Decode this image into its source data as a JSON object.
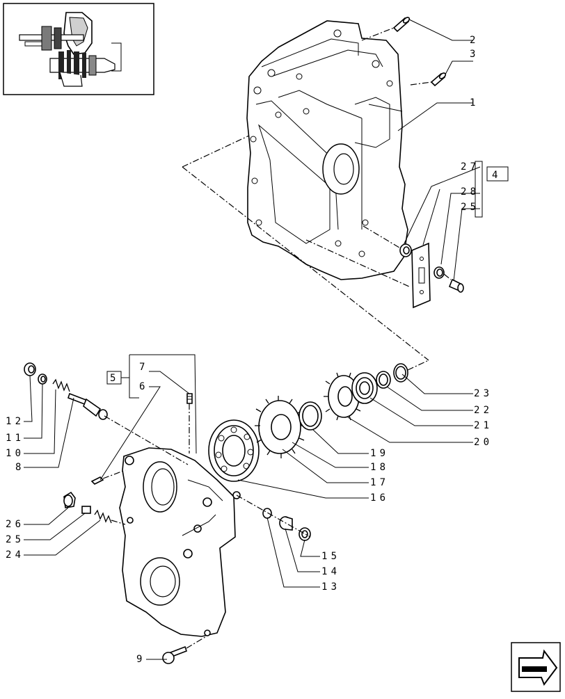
{
  "callouts": {
    "c1": "1",
    "c2": "2",
    "c3": "3",
    "c4": "4",
    "c5": "5",
    "c6": "6",
    "c7": "7",
    "c8": "8",
    "c9": "9",
    "c10": "10",
    "c11": "11",
    "c12": "12",
    "c13": "13",
    "c14": "14",
    "c15": "15",
    "c16": "16",
    "c17": "17",
    "c18": "18",
    "c19": "19",
    "c20": "20",
    "c21": "21",
    "c22": "22",
    "c23": "23",
    "c24": "24",
    "c25a": "25",
    "c25b": "25",
    "c26": "26",
    "c27": "27",
    "c28": "28"
  },
  "icons": {
    "thumbnail": "assembly-location-thumbnail",
    "navigation": "next-page-arrow-icon"
  }
}
